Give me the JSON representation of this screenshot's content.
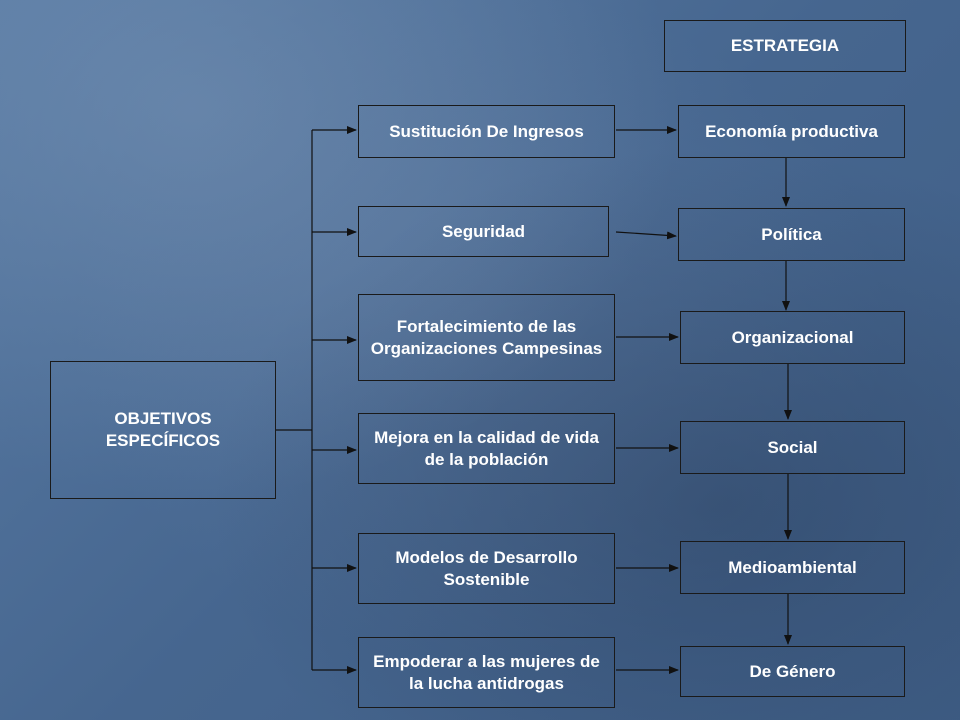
{
  "root": {
    "label": "OBJETIVOS\nESPECÍFICOS"
  },
  "strategy_header": {
    "label": "ESTRATEGIA"
  },
  "objectives": [
    {
      "label": "Sustitución De Ingresos"
    },
    {
      "label": "Seguridad"
    },
    {
      "label": "Fortalecimiento de las Organizaciones Campesinas"
    },
    {
      "label": "Mejora en la calidad de vida de la población"
    },
    {
      "label": "Modelos de Desarrollo Sostenible"
    },
    {
      "label": "Empoderar a las mujeres de la lucha antidrogas"
    }
  ],
  "strategies": [
    {
      "label": "Economía productiva"
    },
    {
      "label": "Política"
    },
    {
      "label": "Organizacional"
    },
    {
      "label": "Social"
    },
    {
      "label": "Medioambiental"
    },
    {
      "label": "De Género"
    }
  ],
  "colors": {
    "line": "#111111",
    "text": "#ffffff",
    "border": "#1a1a1a"
  }
}
